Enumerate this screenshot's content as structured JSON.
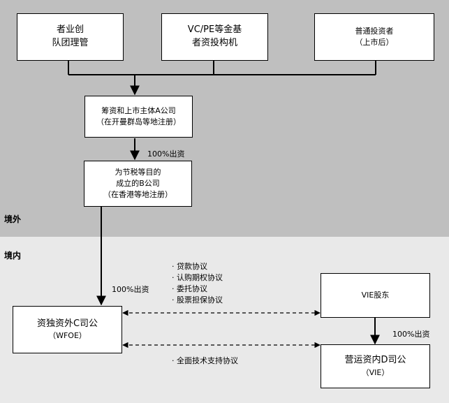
{
  "regions": {
    "offshore": "境外",
    "onshore": "境内"
  },
  "founders": {
    "line1": "者业创",
    "line2": "队团理管"
  },
  "vcpe": {
    "line1": "VC/PE等金基",
    "line2": "者资投构机"
  },
  "public_investors": {
    "line1": "普通投资者",
    "line2": "（上市后）"
  },
  "company_a": {
    "line1": "筹资和上市主体A公司",
    "line2": "（在开曼群岛等地注册）"
  },
  "company_b": {
    "line1": "为节税等目的",
    "line2": "成立的B公司",
    "line3": "（在香港等地注册）"
  },
  "wfoe": {
    "line1": "资独资外C司公",
    "line2": "（WFOE）"
  },
  "vie_shareholders": {
    "label": "VIE股东"
  },
  "vie_company": {
    "line1": "营运资内D司公",
    "line2": "（VIE）"
  },
  "labels": {
    "a_to_b": "100%出资",
    "b_to_c": "100%出资",
    "vie_to_d": "100%出资"
  },
  "agreements_upper": [
    "· 贷款协议",
    "· 认购期权协议",
    "· 委托协议",
    "· 股票担保协议"
  ],
  "agreements_lower": [
    "· 全面技术支持协议"
  ]
}
